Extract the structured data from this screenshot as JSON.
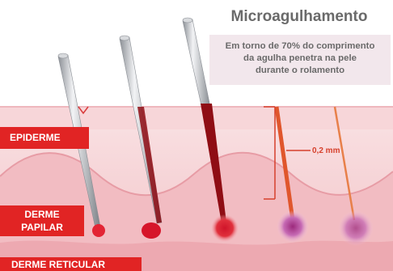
{
  "title": "Microagulhamento",
  "note": {
    "line1": "Em torno de 70% do comprimento",
    "line2": "da agulha penetra na pele",
    "line3": "durante o rolamento"
  },
  "layers": {
    "epiderme": "EPIDERME",
    "derme_papilar_line1": "DERME",
    "derme_papilar_line2": "PAPILAR",
    "derme_reticular": "DERME RETICULAR"
  },
  "measurement": "0,2 mm",
  "colors": {
    "layer_label_bg": "#e12424",
    "skin": "#f6cfd2",
    "title_text": "#6a6a6a",
    "needle_metal": "#b9bcc0",
    "blood": "#c8101c"
  }
}
